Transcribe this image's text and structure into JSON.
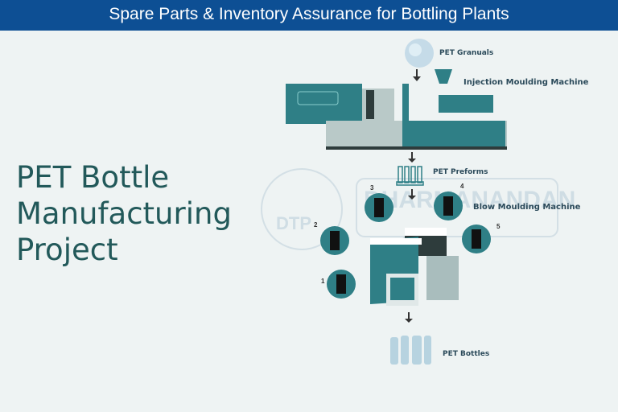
{
  "banner": {
    "text": "Spare Parts & Inventory Assurance for Bottling Plants",
    "color": "#0d4f94"
  },
  "title": {
    "line1": "PET Bottle",
    "line2": "Manufacturing",
    "line3": "Project",
    "color": "#22595a"
  },
  "diagram": {
    "labels": {
      "granuals": "PET Granuals",
      "injection": "Injection Moulding Machine",
      "preforms": "PET Preforms",
      "blow": "Blow Moulding Machine",
      "bottles": "PET Bottles"
    },
    "steps": [
      "1",
      "2",
      "3",
      "4",
      "5"
    ],
    "watermark": {
      "left": "DTP",
      "right": "DHARMANANDAN"
    },
    "machine_color": "#2f7f86"
  }
}
